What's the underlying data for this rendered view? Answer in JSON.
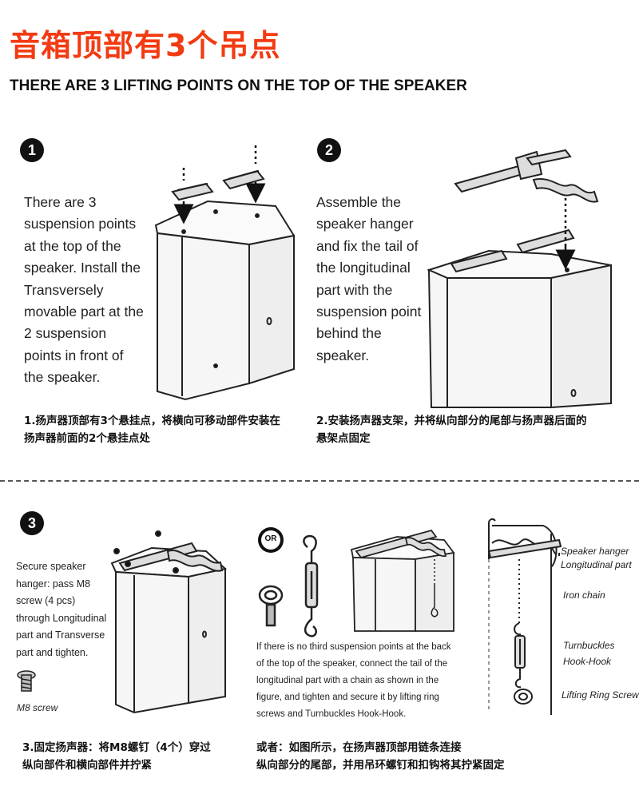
{
  "title_cn": "音箱顶部有3个吊点",
  "title_en": "THERE ARE 3 LIFTING POINTS ON THE TOP OF THE SPEAKER",
  "steps": [
    {
      "number": "1",
      "lines": [
        "There are 3",
        "suspension points",
        "at the top of the",
        "speaker. Install the",
        "Transversely",
        "movable part at the",
        "2 suspension",
        "points in front of",
        "the speaker."
      ],
      "cn": [
        "1.扬声器顶部有3个悬挂点，将横向可移动部件安装在",
        "扬声器前面的2个悬挂点处"
      ]
    },
    {
      "number": "2",
      "lines": [
        "Assemble the",
        "speaker hanger",
        "and fix the tail of",
        "the longitudinal",
        "part with the",
        "suspension point",
        "behind the",
        "speaker."
      ],
      "cn": [
        "2.安装扬声器支架，并将纵向部分的尾部与扬声器后面的",
        "悬架点固定"
      ]
    },
    {
      "number": "3",
      "lines": [
        "Secure speaker",
        "hanger: pass M8",
        "screw (4 pcs)",
        "through Longitudinal",
        "part and Transverse",
        "part and tighten."
      ],
      "screw_label": "M8 screw",
      "cn": [
        "3.固定扬声器：将M8螺钉（4个）穿过",
        "纵向部件和横向部件并拧紧"
      ]
    }
  ],
  "alternative": {
    "or_label": "OR",
    "lines": [
      "If there is no third suspension points at the back",
      "of the top of the speaker, connect the tail of the",
      "longitudinal part with a chain as shown in the",
      "figure, and tighten and secure it by lifting ring",
      "screws and Turnbuckles Hook-Hook."
    ],
    "cn": [
      "或者：如图所示，在扬声器顶部用链条连接",
      "纵向部分的尾部，并用吊环螺钉和扣钩将其拧紧固定"
    ]
  },
  "detail_labels": [
    "Speaker hanger",
    "Longitudinal part",
    "Iron chain",
    "Turnbuckles",
    "Hook-Hook",
    "Lifting Ring Screw"
  ],
  "colors": {
    "title_accent": "#f23b12",
    "ink": "#111111"
  }
}
